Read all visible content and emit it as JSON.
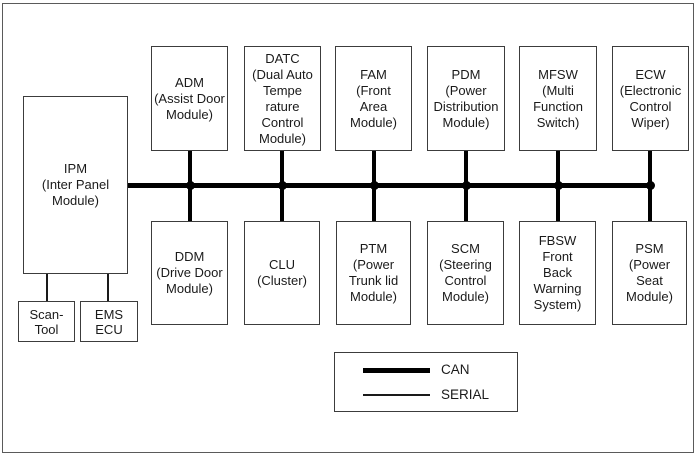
{
  "modules": {
    "ipm": {
      "abbr": "IPM",
      "text": "IPM\n(Inter Panel\nModule)"
    },
    "scan_tool": {
      "text": "Scan-\nTool"
    },
    "ems_ecu": {
      "text": "EMS\nECU"
    },
    "top": [
      {
        "abbr": "ADM",
        "text": "ADM\n(Assist Door\nModule)"
      },
      {
        "abbr": "DATC",
        "text": "DATC\n(Dual Auto\nTempe\nrature\nControl\nModule)"
      },
      {
        "abbr": "FAM",
        "text": "FAM\n(Front\nArea\nModule)"
      },
      {
        "abbr": "PDM",
        "text": "PDM\n(Power\nDistribution\nModule)"
      },
      {
        "abbr": "MFSW",
        "text": "MFSW\n(Multi\nFunction\nSwitch)"
      },
      {
        "abbr": "ECW",
        "text": "ECW\n(Electronic\nControl\nWiper)"
      }
    ],
    "bottom": [
      {
        "abbr": "DDM",
        "text": "DDM\n(Drive Door\nModule)"
      },
      {
        "abbr": "CLU",
        "text": "CLU\n(Cluster)"
      },
      {
        "abbr": "PTM",
        "text": "PTM\n(Power\nTrunk lid\nModule)"
      },
      {
        "abbr": "SCM",
        "text": "SCM\n(Steering\nControl\nModule)"
      },
      {
        "abbr": "FBSW",
        "text": "FBSW\nFront\nBack\nWarning\nSystem)"
      },
      {
        "abbr": "PSM",
        "text": "PSM\n(Power\nSeat\nModule)"
      }
    ]
  },
  "legend": {
    "can_label": "CAN",
    "serial_label": "SERIAL"
  },
  "colors": {
    "bus_line": "#000000",
    "box_border": "#3c3c3c",
    "frame_border": "#5a5a5a",
    "background": "#ffffff",
    "text": "#1a1a1a"
  }
}
